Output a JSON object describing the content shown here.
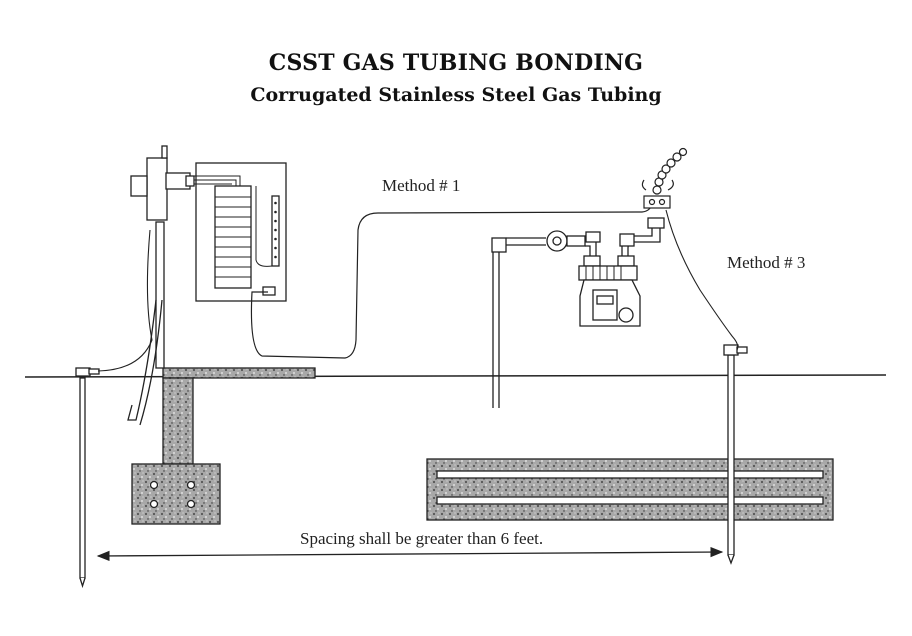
{
  "title": "CSST GAS TUBING BONDING",
  "subtitle": "Corrugated Stainless Steel Gas Tubing",
  "labels": {
    "method1": "Method # 1",
    "method3": "Method # 3",
    "spacing": "Spacing shall be greater than 6 feet."
  },
  "colors": {
    "line": "#222222",
    "concrete": "#9a9a9a",
    "background": "#ffffff"
  }
}
